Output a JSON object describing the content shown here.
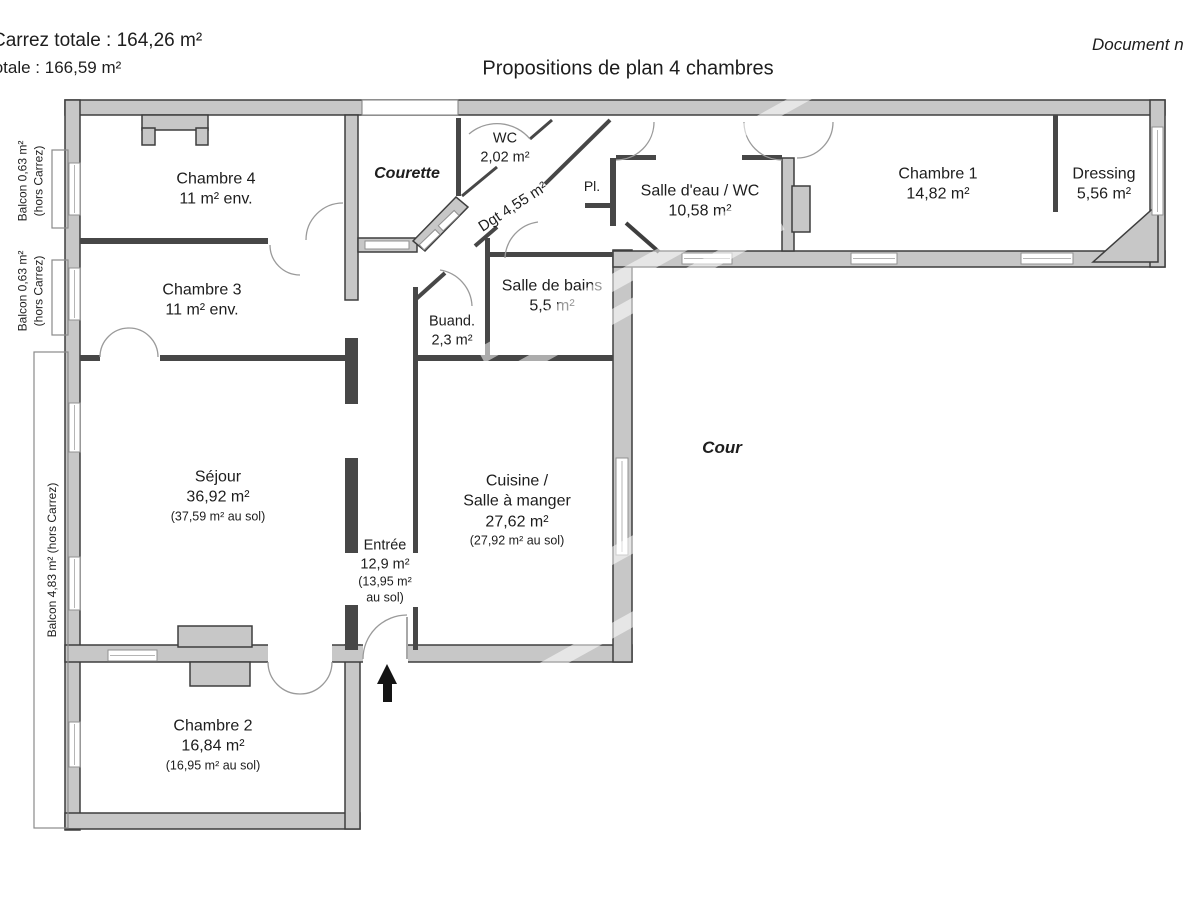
{
  "header": {
    "carrez_total": "Carrez totale : 164,26 m²",
    "surface_total": "totale : 166,59 m²",
    "title": "Propositions de plan 4 chambres",
    "doc_note": "Document n"
  },
  "rooms": {
    "chambre4": {
      "name": "Chambre 4",
      "area": "11 m² env."
    },
    "chambre3": {
      "name": "Chambre 3",
      "area": "11 m² env."
    },
    "chambre1": {
      "name": "Chambre 1",
      "area": "14,82 m²"
    },
    "chambre2": {
      "name": "Chambre 2",
      "area": "16,84 m²",
      "floor": "(16,95 m² au sol)"
    },
    "dressing": {
      "name": "Dressing",
      "area": "5,56 m²"
    },
    "wc": {
      "name": "WC",
      "area": "2,02 m²"
    },
    "salle_eau": {
      "name": "Salle d'eau / WC",
      "area": "10,58 m²"
    },
    "salle_bains": {
      "name": "Salle de bains",
      "area": "5,5 m²"
    },
    "buanderie": {
      "name": "Buand.",
      "area": "2,3 m²"
    },
    "degagement": {
      "name": "Dgt 4,55 m²"
    },
    "placard": {
      "name": "Pl."
    },
    "sejour": {
      "name": "Séjour",
      "area": "36,92 m²",
      "floor": "(37,59 m² au sol)"
    },
    "entree": {
      "name": "Entrée",
      "area": "12,9 m²",
      "floor_line1": "(13,95 m²",
      "floor_line2": "au sol)"
    },
    "cuisine": {
      "name_line1": "Cuisine /",
      "name_line2": "Salle à manger",
      "area": "27,62 m²",
      "floor": "(27,92 m² au sol)"
    }
  },
  "outdoor": {
    "courette": "Courette",
    "cour": "Cour",
    "balcon_top": {
      "line1": "Balcon 0,63 m²",
      "line2": "(hors Carrez)"
    },
    "balcon_mid": {
      "line1": "Balcon 0,63 m²",
      "line2": "(hors Carrez)"
    },
    "balcon_long": "Balcon 4,83 m² (hors Carrez)"
  },
  "colors": {
    "wall_fill": "#c7c7c7",
    "wall_stroke": "#3e3e3e",
    "arrow": "#141414"
  }
}
